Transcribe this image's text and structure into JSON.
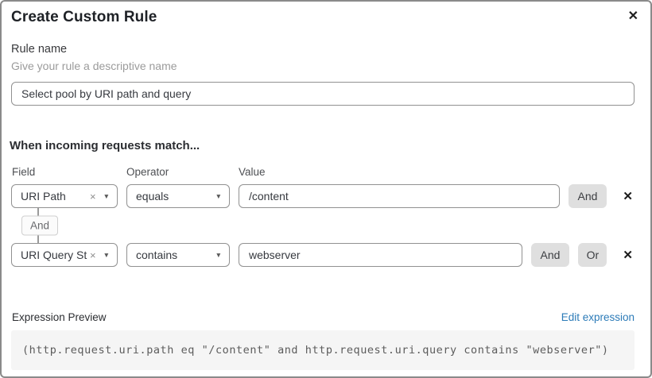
{
  "modal": {
    "title": "Create Custom Rule",
    "close_icon": "✕"
  },
  "rule_name": {
    "label": "Rule name",
    "helper": "Give your rule a descriptive name",
    "value": "Select pool by URI path and query"
  },
  "matcher": {
    "heading": "When incoming requests match...",
    "columns": {
      "field": "Field",
      "operator": "Operator",
      "value": "Value"
    },
    "rows": [
      {
        "field": "URI Path",
        "operator": "equals",
        "value": "/content"
      },
      {
        "field": "URI Query St...",
        "operator": "contains",
        "value": "webserver"
      }
    ],
    "connector_label": "And",
    "and_label": "And",
    "or_label": "Or",
    "clear_icon": "×",
    "caret_icon": "▼",
    "delete_icon": "✕"
  },
  "expression": {
    "label": "Expression Preview",
    "edit_link": "Edit expression",
    "code": "(http.request.uri.path eq \"/content\" and http.request.uri.query contains \"webserver\")"
  },
  "colors": {
    "link_blue": "#2c7bb8",
    "button_gray": "#dfdfdf",
    "code_bg": "#f5f5f5",
    "border_gray": "#919191"
  }
}
